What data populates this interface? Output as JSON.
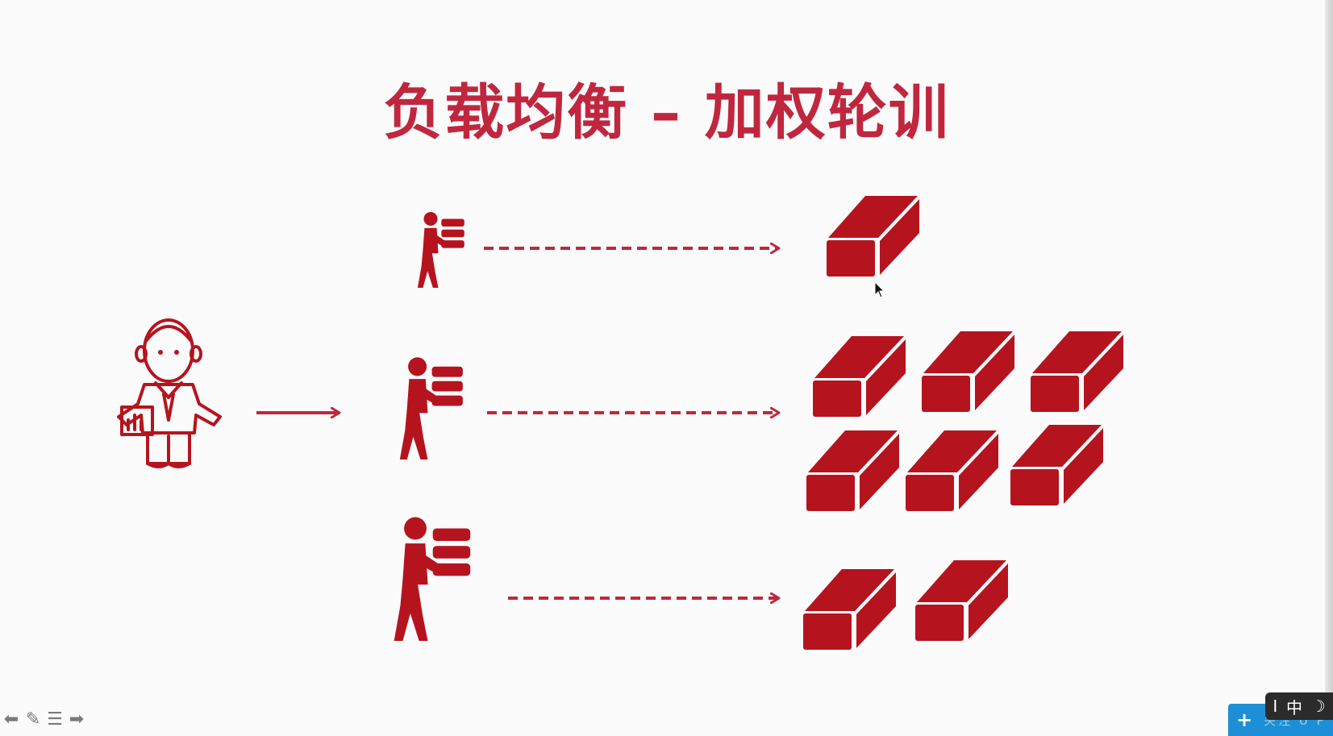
{
  "slide": {
    "title": "负载均衡 – 加权轮训",
    "accent_color": "#c0273f",
    "brick_color": "#b5141f",
    "weights": [
      1,
      6,
      2
    ]
  },
  "icons": {
    "client": "businessman-icon",
    "worker": "worker-carrying-boxes-icon",
    "brick": "brick-icon"
  },
  "player_controls": {
    "prev_icon": "arrow-left-icon",
    "pen_icon": "pencil-icon",
    "menu_icon": "menu-icon",
    "next_icon": "arrow-right-icon"
  },
  "overlay": {
    "follow_label": "关注 U P",
    "ime_mode": "中",
    "ime_cursor": "I",
    "ime_moon": "☽"
  }
}
